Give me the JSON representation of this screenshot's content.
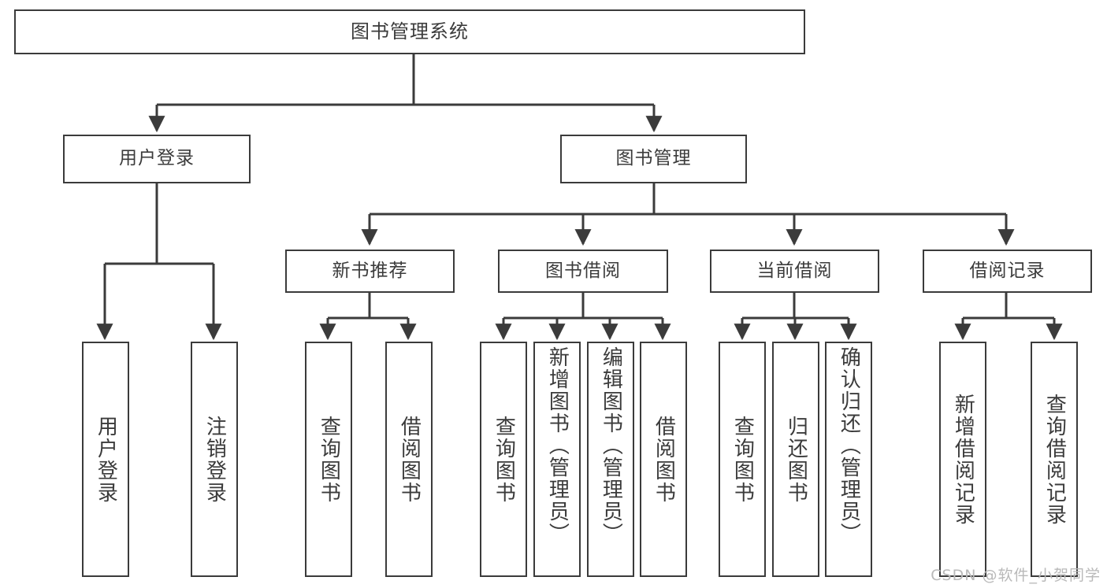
{
  "diagram": {
    "type": "tree-hierarchy-chart",
    "title": "图书管理系统",
    "line_color": "#3b3b3b",
    "box_fill": "#ffffff",
    "text_color": "#3b3b3b",
    "watermark": "CSDN @软件_小贺同学"
  },
  "root": {
    "label": "图书管理系统"
  },
  "level1": [
    {
      "label": "用户登录"
    },
    {
      "label": "图书管理"
    }
  ],
  "level2": [
    {
      "label": "新书推荐"
    },
    {
      "label": "图书借阅"
    },
    {
      "label": "当前借阅"
    },
    {
      "label": "借阅记录"
    }
  ],
  "leaves": {
    "user_login": [
      {
        "label": "用户登录"
      },
      {
        "label": "注销登录"
      }
    ],
    "new_book_recommend": [
      {
        "label": "查询图书"
      },
      {
        "label": "借阅图书"
      }
    ],
    "book_borrow": [
      {
        "label": "查询图书"
      },
      {
        "label": "新增图书（管理员）"
      },
      {
        "label": "编辑图书（管理员）"
      },
      {
        "label": "借阅图书"
      }
    ],
    "current_borrow": [
      {
        "label": "查询图书"
      },
      {
        "label": "归还图书"
      },
      {
        "label": "确认归还（管理员）"
      }
    ],
    "borrow_record": [
      {
        "label": "新增借阅记录"
      },
      {
        "label": "查询借阅记录"
      }
    ]
  }
}
